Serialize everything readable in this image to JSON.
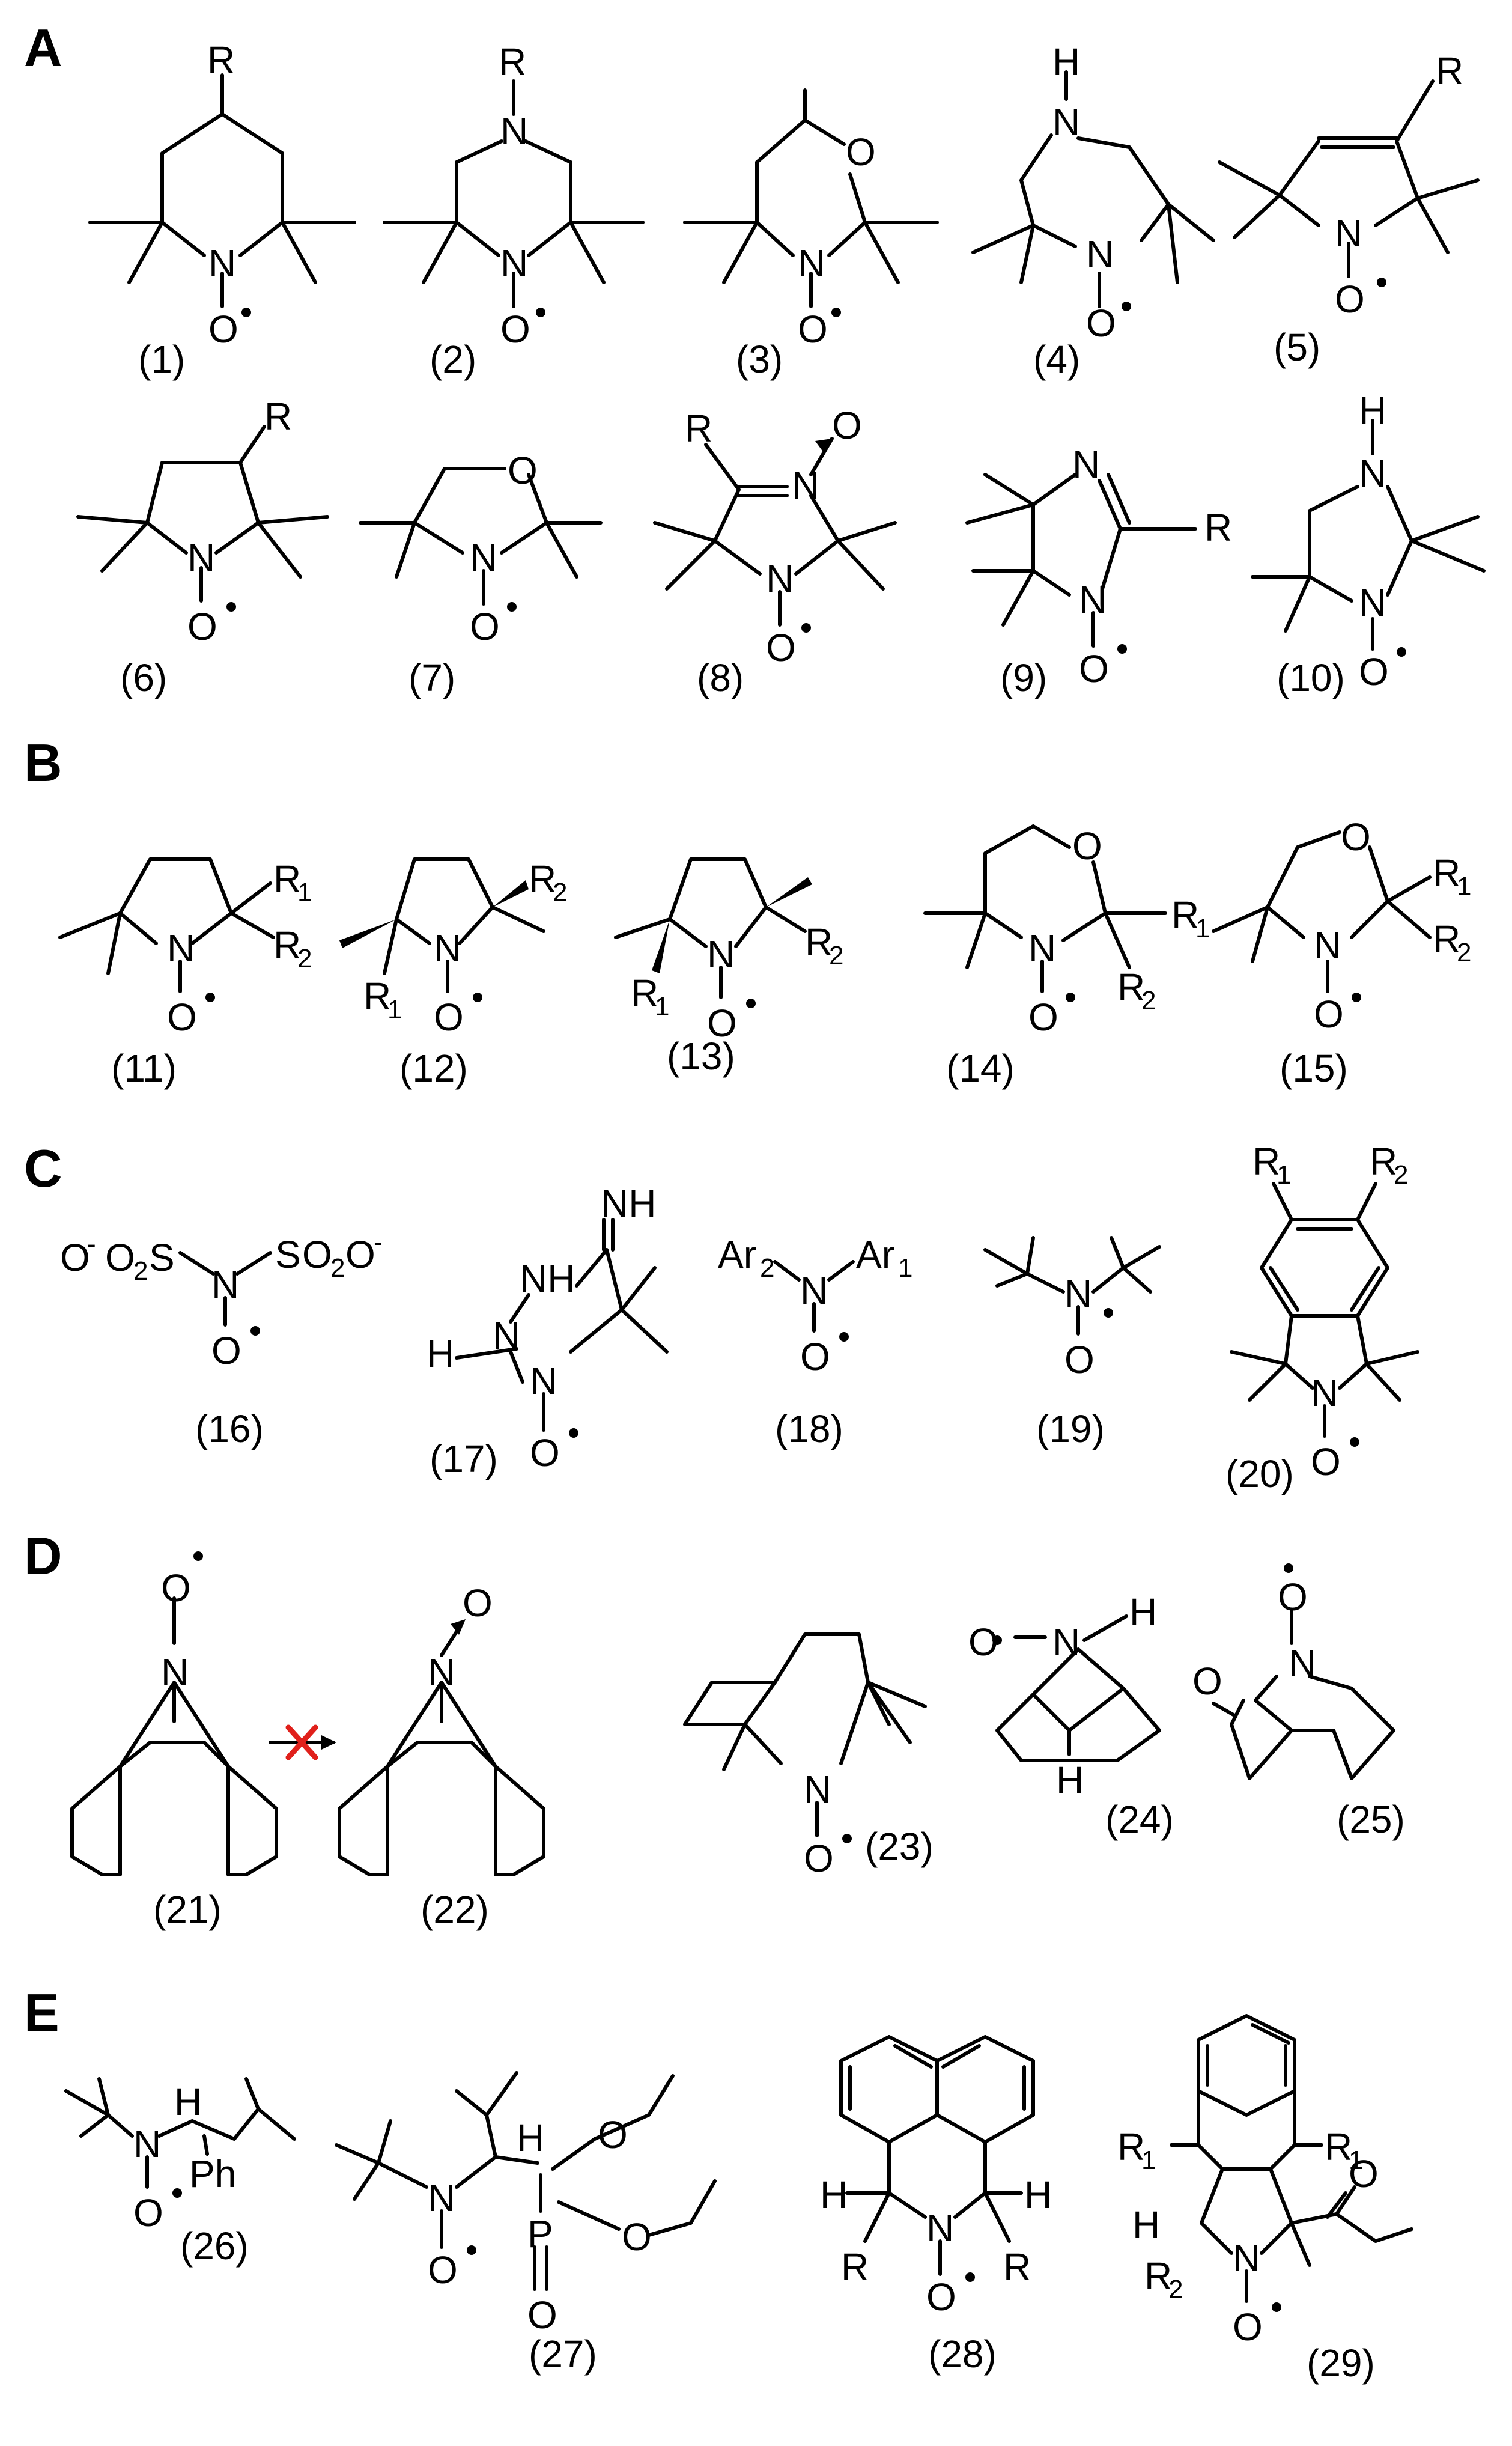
{
  "panels": [
    {
      "id": "A",
      "labels": [
        "(1)",
        "(2)",
        "(3)",
        "(4)",
        "(5)",
        "(6)",
        "(7)",
        "(8)",
        "(9)",
        "(10)"
      ]
    },
    {
      "id": "B",
      "labels": [
        "(11)",
        "(12)",
        "(13)",
        "(14)",
        "(15)"
      ]
    },
    {
      "id": "C",
      "labels": [
        "(16)",
        "(17)",
        "(18)",
        "(19)",
        "(20)"
      ]
    },
    {
      "id": "D",
      "labels": [
        "(21)",
        "(22)",
        "(23)",
        "(24)",
        "(25)"
      ]
    },
    {
      "id": "E",
      "labels": [
        "(26)",
        "(27)",
        "(28)",
        "(29)"
      ]
    }
  ],
  "atoms": {
    "R": "R",
    "N": "N",
    "O": "O",
    "H": "H",
    "S": "S",
    "P": "P",
    "Ph": "Ph",
    "NH": "NH",
    "R1": "R",
    "R1_sub": "1",
    "R2": "R",
    "R2_sub": "2",
    "Ar": "Ar",
    "Ar1_sub": "1",
    "Ar2_sub": "2",
    "O_minus": "O",
    "minus": "-",
    "O2S": "O",
    "two": "2"
  },
  "colors": {
    "ink": "#000000",
    "blocked_arrow": "#e0201b"
  }
}
